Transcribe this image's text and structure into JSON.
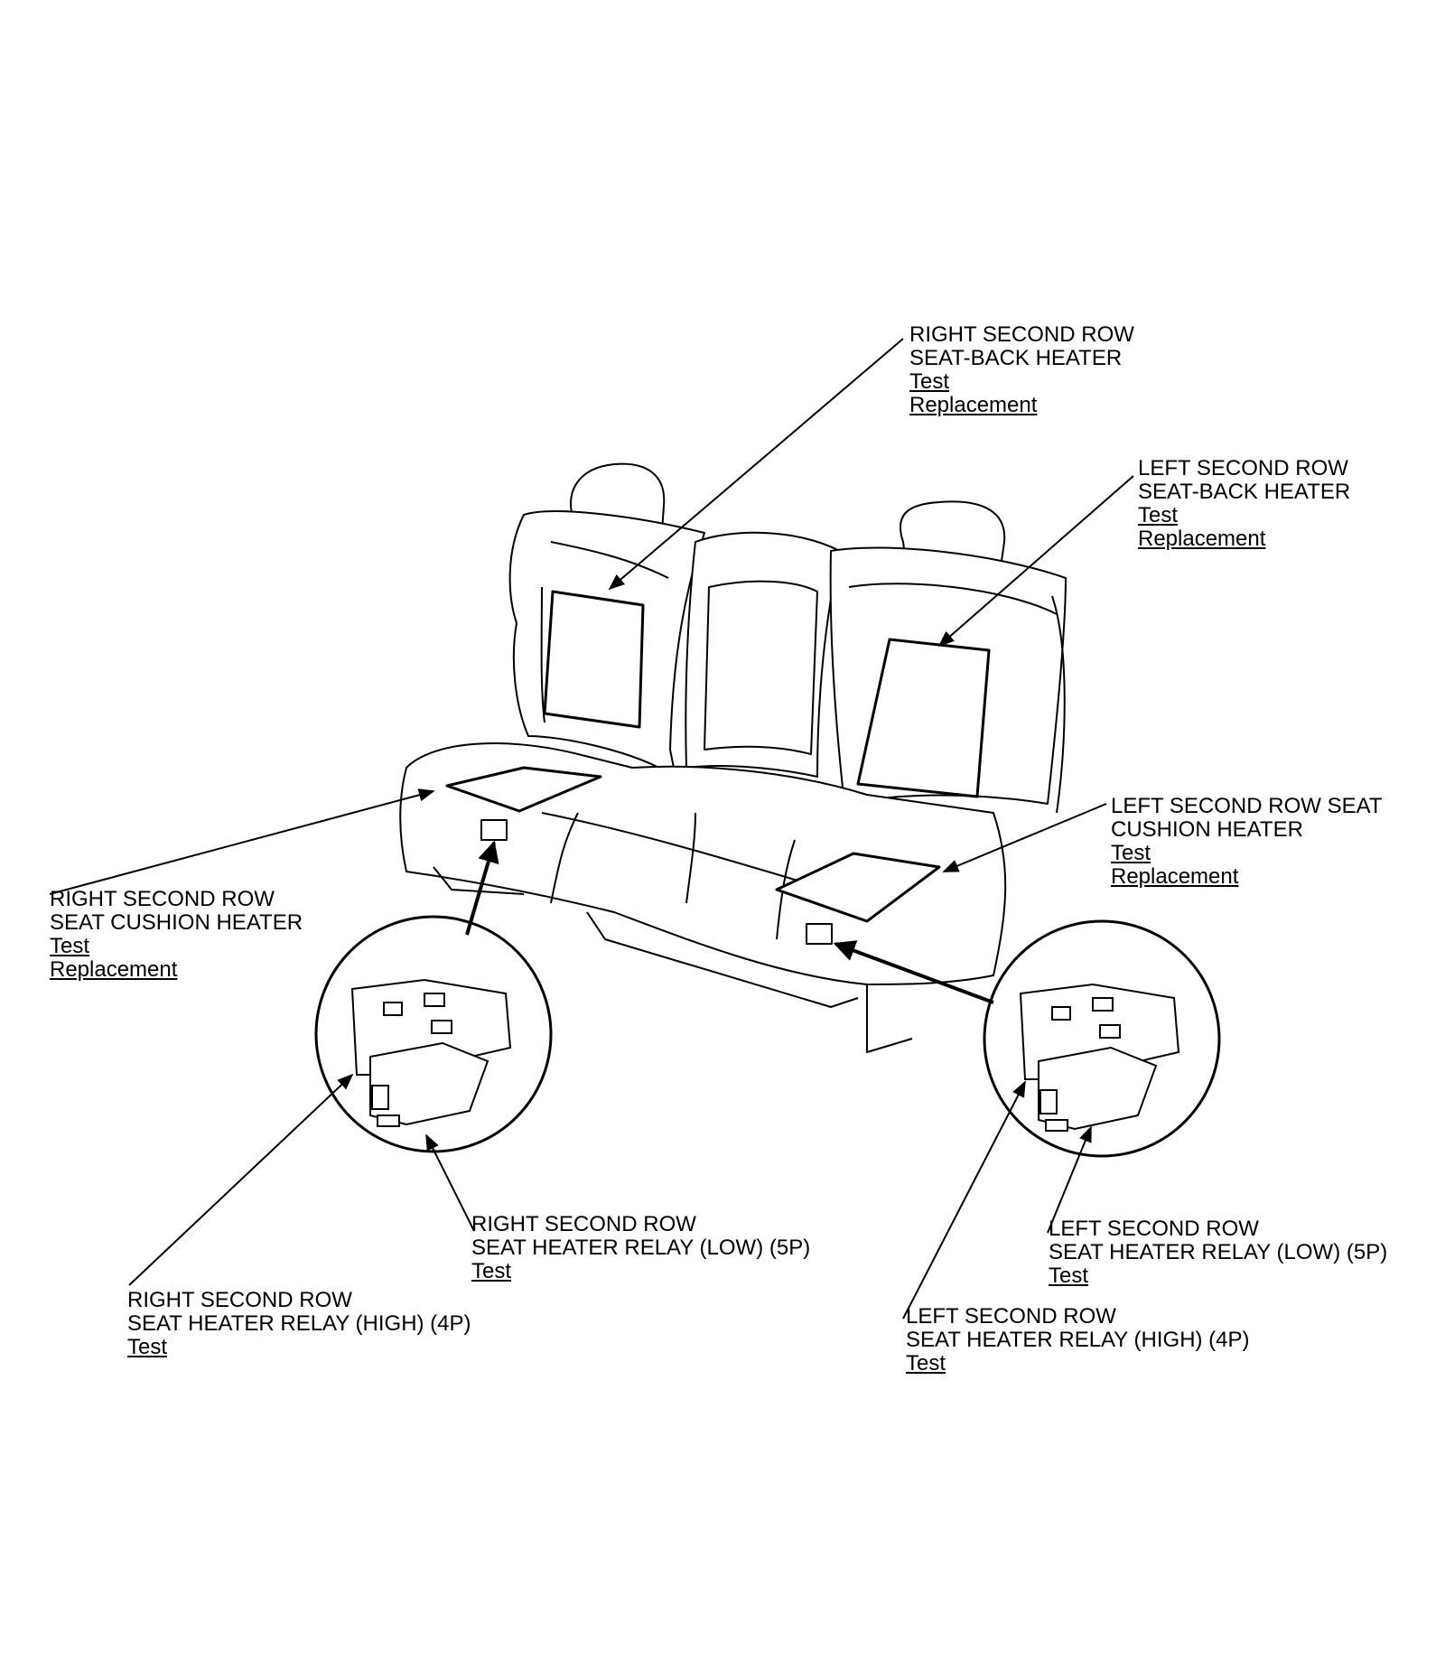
{
  "callouts": {
    "right_seatback": {
      "lines": [
        "RIGHT SECOND ROW",
        "SEAT-BACK HEATER"
      ],
      "links": [
        "Test",
        "Replacement"
      ]
    },
    "left_seatback": {
      "lines": [
        "LEFT SECOND ROW",
        "SEAT-BACK HEATER"
      ],
      "links": [
        "Test",
        "Replacement"
      ]
    },
    "left_cushion": {
      "lines": [
        "LEFT SECOND ROW SEAT",
        "CUSHION HEATER"
      ],
      "links": [
        "Test",
        "Replacement"
      ]
    },
    "right_cushion": {
      "lines": [
        "RIGHT SECOND ROW",
        "SEAT CUSHION HEATER"
      ],
      "links": [
        "Test",
        "Replacement"
      ]
    },
    "right_relay_low": {
      "lines": [
        "RIGHT SECOND ROW",
        "SEAT HEATER RELAY (LOW) (5P)"
      ],
      "links": [
        "Test"
      ]
    },
    "right_relay_high": {
      "lines": [
        "RIGHT SECOND ROW",
        "SEAT HEATER RELAY (HIGH) (4P)"
      ],
      "links": [
        "Test"
      ]
    },
    "left_relay_low": {
      "lines": [
        "LEFT SECOND ROW",
        "SEAT HEATER RELAY (LOW) (5P)"
      ],
      "links": [
        "Test"
      ]
    },
    "left_relay_high": {
      "lines": [
        "LEFT SECOND ROW",
        "SEAT HEATER RELAY (HIGH) (4P)"
      ],
      "links": [
        "Test"
      ]
    }
  }
}
